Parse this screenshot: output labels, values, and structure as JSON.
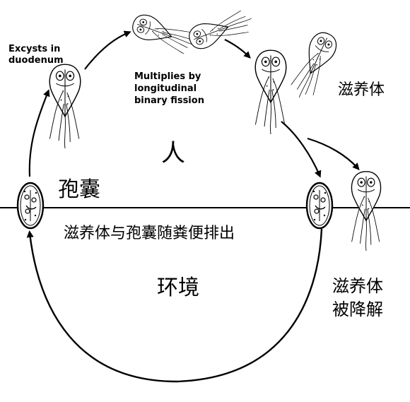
{
  "labels": {
    "excyst_line1": "Excysts in",
    "excyst_line2": "duodenum",
    "fission_line1": "Multiplies by",
    "fission_line2": "longitudinal",
    "fission_line3": "binary fission",
    "trophozoite": "滋养体",
    "human": "人",
    "cyst": "孢囊",
    "excretion": "滋养体与孢囊随粪便排出",
    "environment": "环境",
    "degraded_line1": "滋养体",
    "degraded_line2": "被降解"
  },
  "colors": {
    "ink": "#000000",
    "background": "#ffffff"
  }
}
